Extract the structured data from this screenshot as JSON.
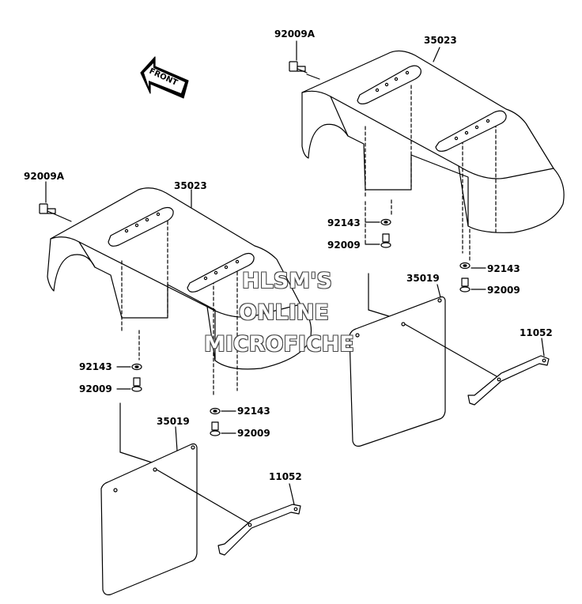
{
  "direction_arrow": {
    "label": "FRONT"
  },
  "callouts": {
    "bolt_top_right": "92009A",
    "fender_top_right": "35023",
    "bolt_left": "92009A",
    "fender_left": "35023",
    "washer_rc1": "92143",
    "bolt_rc1": "92009",
    "washer_rc2": "92143",
    "bolt_rc2": "92009",
    "flap_right": "35019",
    "bracket_right": "11052",
    "washer_lc1": "92143",
    "bolt_lc1": "92009",
    "washer_lc2": "92143",
    "bolt_lc2": "92009",
    "flap_left": "35019",
    "bracket_left": "11052"
  },
  "watermark": {
    "line1": "HLSM'S",
    "line2": "ONLINE",
    "line3": "MICROFICHE"
  }
}
